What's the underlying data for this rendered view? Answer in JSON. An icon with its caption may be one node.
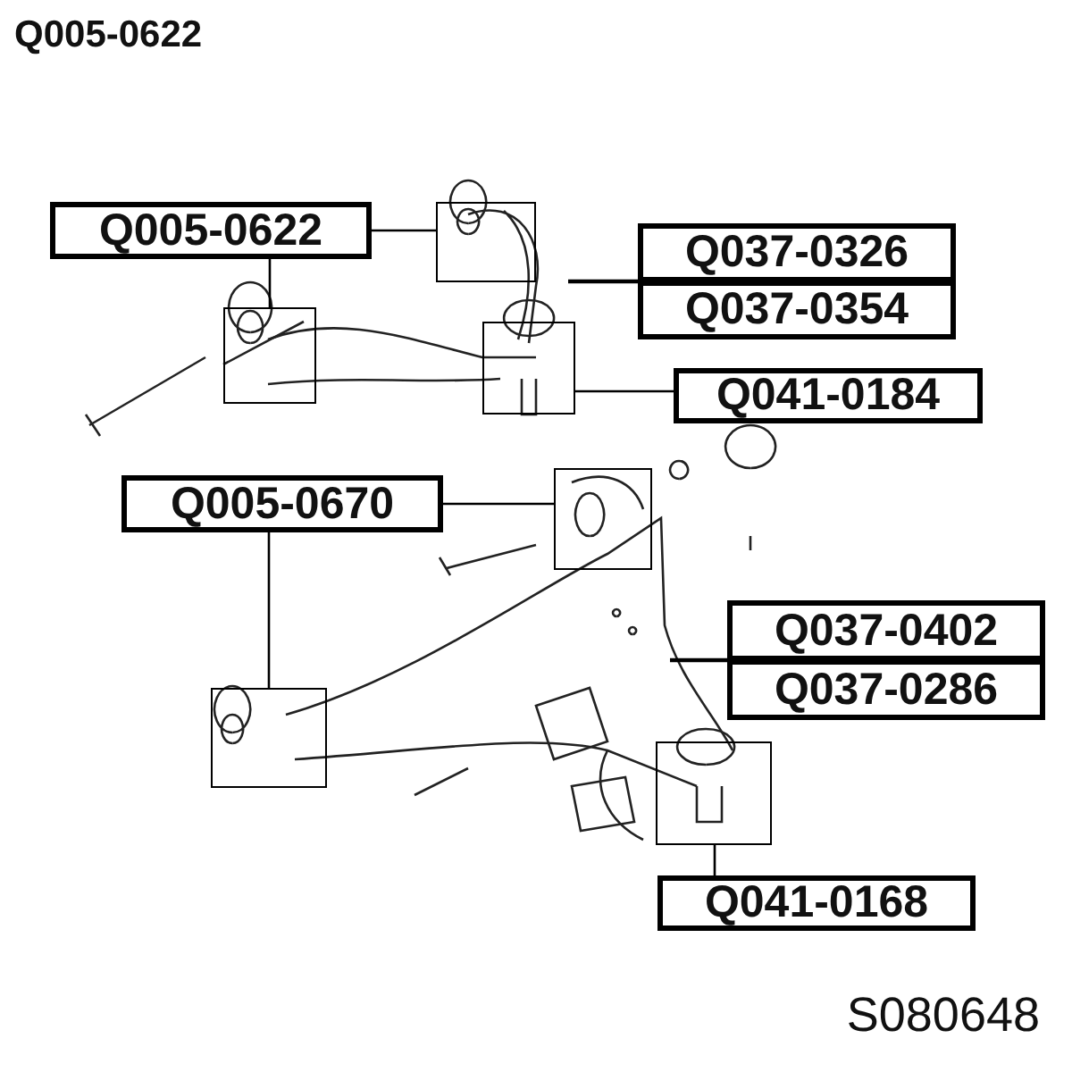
{
  "diagram": {
    "title": "Q005-0622",
    "nodes": [
      {
        "text": [
          "Q005-0622"
        ]
      },
      {
        "text": [],
        "shape": "box"
      },
      {
        "text": [],
        "shape": "box"
      },
      {
        "text": [
          "Q037-0326"
        ]
      },
      {
        "text": [
          "Q037-0354"
        ]
      },
      {
        "text": [],
        "shape": "box"
      },
      {
        "text": [
          "Q041-0184"
        ]
      },
      {
        "text": [
          "Q005-0670"
        ]
      },
      {
        "text": [],
        "shape": "box"
      },
      {
        "text": [],
        "shape": "box"
      },
      {
        "text": [
          "Q037-0402"
        ]
      },
      {
        "text": [
          "Q037-0286"
        ]
      },
      {
        "text": [],
        "shape": "box"
      },
      {
        "text": [
          "Q041-0168"
        ]
      }
    ],
    "edges": [
      {
        "from": 0,
        "to": 1,
        "arrow": "none"
      },
      {
        "from": 0,
        "to": 2,
        "arrow": "none"
      },
      {
        "from": 3,
        "to": null,
        "arrow": "none"
      },
      {
        "from": 4,
        "to": null,
        "arrow": "none"
      },
      {
        "from": 6,
        "to": 5,
        "arrow": "none"
      },
      {
        "from": 7,
        "to": 8,
        "arrow": "none"
      },
      {
        "from": 7,
        "to": 9,
        "arrow": "none"
      },
      {
        "from": 10,
        "to": null,
        "arrow": "none"
      },
      {
        "from": 11,
        "to": null,
        "arrow": "none"
      },
      {
        "from": 13,
        "to": 12,
        "arrow": "none"
      }
    ],
    "labels": [
      "S080648"
    ]
  }
}
